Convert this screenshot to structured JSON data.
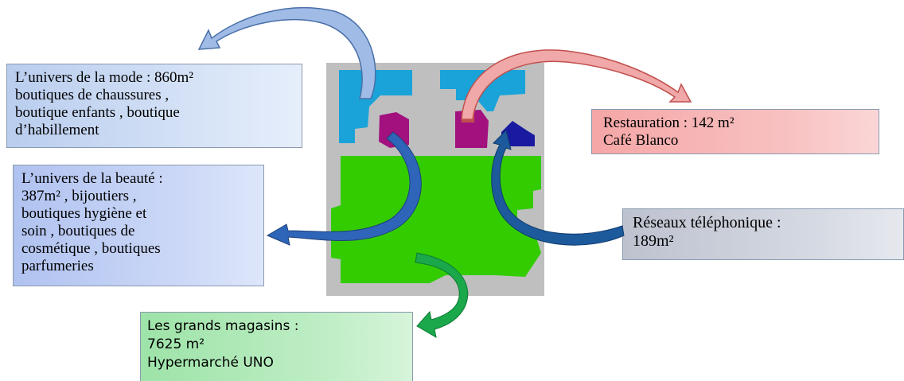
{
  "boxes": {
    "mode": {
      "lines": [
        "L’univers de la mode : 860m²",
        "boutiques de chaussures ,",
        "boutique enfants , boutique",
        "d’habillement"
      ],
      "color": "#c5d6f2"
    },
    "beaute": {
      "lines": [
        "L’univers de la beauté :",
        "387m² , bijoutiers ,",
        "boutiques hygiène et",
        "soin , boutiques  de",
        "cosmétique , boutiques",
        "parfumeries"
      ],
      "color": "#c3cff5"
    },
    "restauration": {
      "lines": [
        "Restauration : 142 m²",
        "Café Blanco"
      ],
      "color": "#f7b8b8"
    },
    "reseaux": {
      "lines": [
        "Réseaux téléphonique :",
        "189m²"
      ],
      "color": "#cfd3dc"
    },
    "grands_magasins": {
      "lines": [
        "Les grands magasins :",
        "7625 m²",
        "Hypermarché UNO"
      ],
      "color": "#b4ebbb"
    }
  },
  "plan_colors": {
    "background": "#bfbfbf",
    "mode_zone": "#1aa3d8",
    "beaute_zone": "#a3117f",
    "restauration_zone": "#a3117f",
    "reseaux_zone": "#1a1aa0",
    "grands_magasins_zone": "#33cc00"
  },
  "arrow_colors": {
    "mode": "#8fb0e0",
    "beaute": "#2f65b8",
    "restauration": "#f2a6a6",
    "reseaux": "#1c5a9c",
    "grands_magasins": "#1aa84a"
  }
}
